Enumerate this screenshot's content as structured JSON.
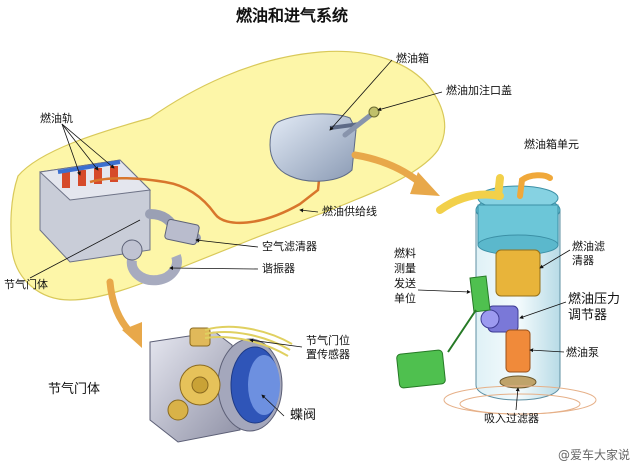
{
  "title": "燃油和进气系统",
  "labels": {
    "fuel_tank": "燃油箱",
    "filler_cap": "燃油加注口盖",
    "fuel_rail": "燃油轨",
    "tank_unit": "燃油箱单元",
    "fuel_supply_line": "燃油供给线",
    "air_filter": "空气滤清器",
    "resonator": "谐振器",
    "throttle_body_top": "节气门体",
    "sender_unit": [
      "燃料",
      "测量",
      "发送",
      "单位"
    ],
    "fuel_filter": [
      "燃油滤",
      "清器"
    ],
    "pressure_regulator": [
      "燃油压力",
      "调节器"
    ],
    "throttle_sensor": [
      "节气门位",
      "置传感器"
    ],
    "fuel_pump": "燃油泵",
    "throttle_body_bottom": "节气门体",
    "butterfly_valve": "蝶阀",
    "suction_filter": "吸入过滤器"
  },
  "watermark": "@爱车大家说",
  "colors": {
    "car_body": "#fdf6a8",
    "pipe": "#d8762c",
    "arrow": "#e8a84a",
    "tank": "#a9b9cf",
    "canister": "#6cc6d8",
    "filter": "#e8b43a",
    "sender": "#4fc04f",
    "regulator": "#7a78d8",
    "pump": "#f08a3a",
    "throttle_body": "#b7b9c9"
  }
}
